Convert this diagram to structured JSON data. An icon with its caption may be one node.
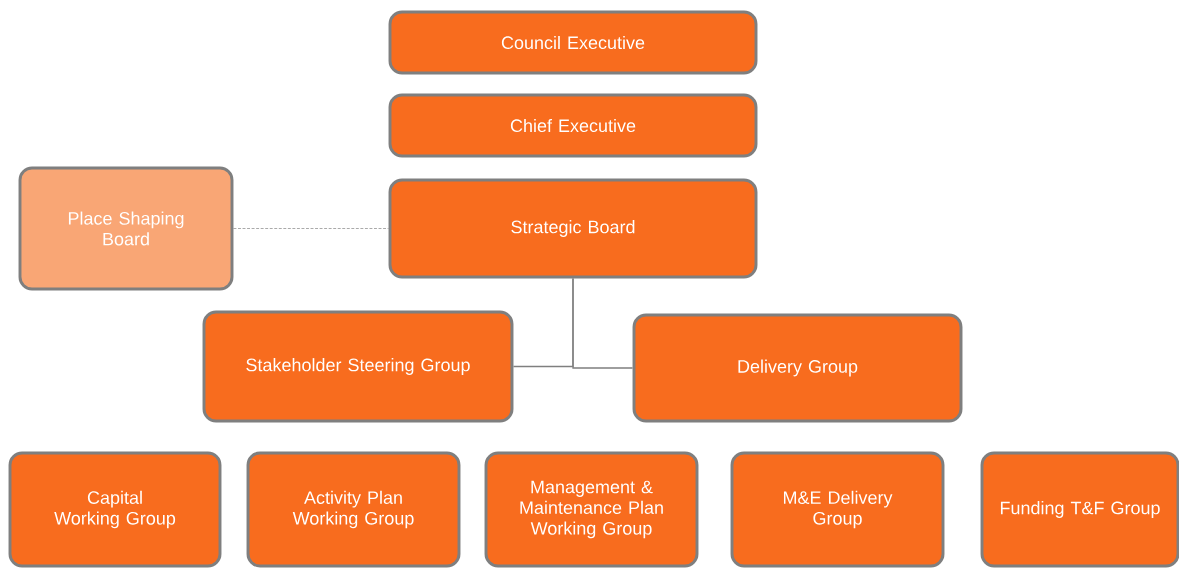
{
  "diagram": {
    "nodes": [
      {
        "text": [
          "Council Executive"
        ]
      },
      {
        "text": [
          "Chief Executive"
        ]
      },
      {
        "text": [
          "Strategic Board"
        ]
      },
      {
        "text": [
          "Place Shaping Board"
        ]
      },
      {
        "text": [
          "Stakeholder Steering Group"
        ]
      },
      {
        "text": [
          "Delivery Group"
        ]
      },
      {
        "text": [
          "Capital Working Group"
        ]
      },
      {
        "text": [
          "Activity Plan Working Group"
        ]
      },
      {
        "text": [
          "Management & Maintenance Plan Working Group"
        ]
      },
      {
        "text": [
          "M&E Delivery Group"
        ]
      },
      {
        "text": [
          "Funding T&F Group"
        ]
      }
    ],
    "edges": [
      {
        "from": 3,
        "to": 2,
        "arrow": "none",
        "style": "dashed"
      },
      {
        "from": 2,
        "to": 4,
        "arrow": "none"
      },
      {
        "from": 2,
        "to": 5,
        "arrow": "none"
      }
    ]
  }
}
